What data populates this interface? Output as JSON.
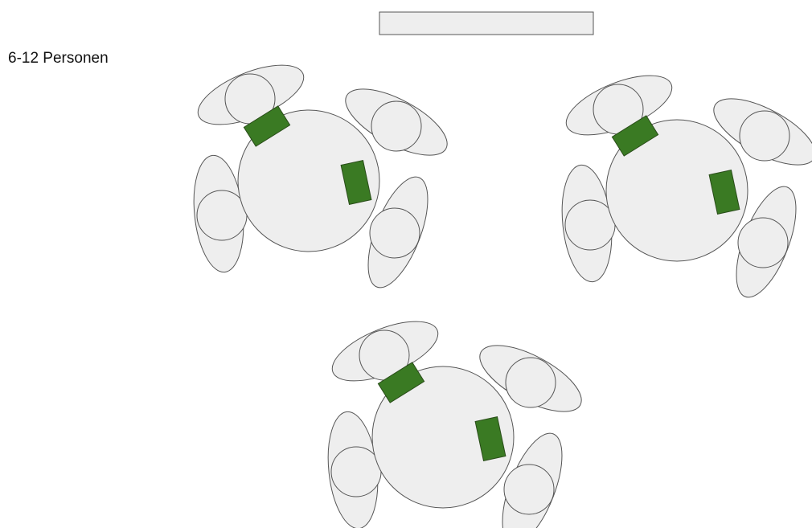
{
  "label": "6-12 Personen",
  "colors": {
    "background": "#ffffff",
    "furniture_fill": "#eeeeee",
    "outline": "#555555",
    "chair_fill": "#eeeeee",
    "device_fill": "#3a7a23",
    "device_stroke": "#2a4d1a"
  },
  "floor_plan": {
    "groups": [
      {
        "name": "table-group-1",
        "table": "round-table",
        "seats": 4,
        "devices": 2
      },
      {
        "name": "table-group-2",
        "table": "round-table",
        "seats": 4,
        "devices": 2
      },
      {
        "name": "table-group-3",
        "table": "round-table",
        "seats": 4,
        "devices": 2
      }
    ],
    "extra_items": [
      "presentation-board"
    ]
  }
}
